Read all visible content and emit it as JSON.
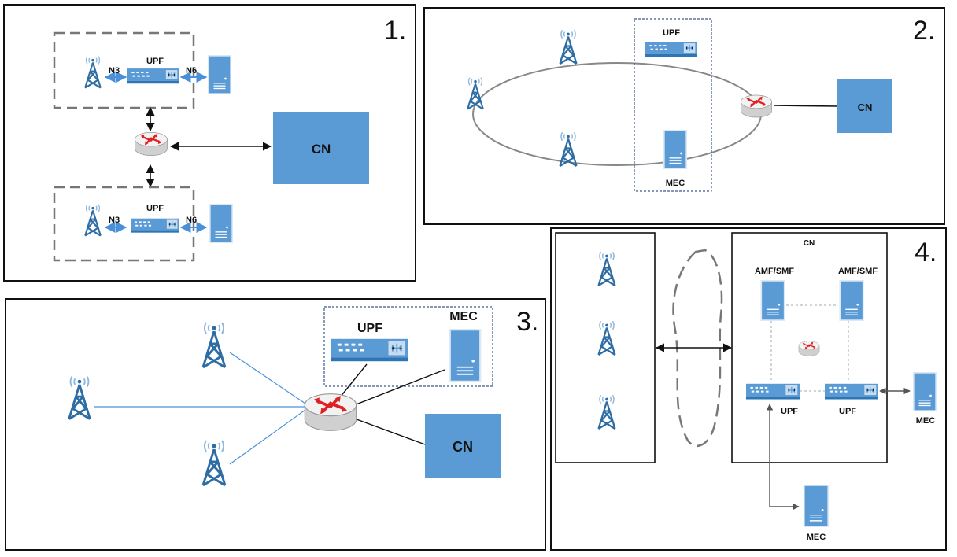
{
  "colors": {
    "node_fill": "#5b9bd5",
    "node_dark": "#2e75b6",
    "tower": "#2e6da4",
    "wave": "#8fb8de",
    "router_arrow": "#e02020",
    "panel_border": "#111111",
    "dashed": "#777777",
    "link_blue": "#4a90d9"
  },
  "icons": [
    "cell-tower-icon",
    "upf-switch-icon",
    "server-icon",
    "router-icon",
    "cloud-outline-icon"
  ],
  "panel1": {
    "number": "1.",
    "top_group": {
      "n3": "N3",
      "upf": "UPF",
      "n6": "N6"
    },
    "bottom_group": {
      "n3": "N3",
      "upf": "UPF",
      "n6": "N6"
    },
    "cn": "CN"
  },
  "panel2": {
    "number": "2.",
    "upf": "UPF",
    "mec": "MEC",
    "cn": "CN"
  },
  "panel3": {
    "number": "3.",
    "upf": "UPF",
    "mec": "MEC",
    "cn": "CN"
  },
  "panel4": {
    "number": "4.",
    "cn_title": "CN",
    "amf_left": "AMF/SMF",
    "amf_right": "AMF/SMF",
    "upf_left": "UPF",
    "upf_right": "UPF",
    "mec_right": "MEC",
    "mec_bottom": "MEC"
  }
}
